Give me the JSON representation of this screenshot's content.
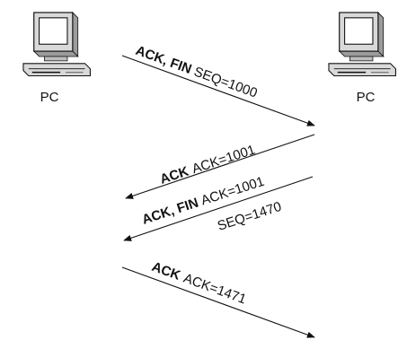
{
  "hosts": {
    "left": {
      "label": "PC",
      "icon": "computer-icon"
    },
    "right": {
      "label": "PC",
      "icon": "computer-icon"
    }
  },
  "messages": [
    {
      "direction": "left-to-right",
      "flags": [
        "ACK",
        ", ",
        "FIN"
      ],
      "fields": [
        "SEQ=1000"
      ]
    },
    {
      "direction": "right-to-left",
      "flags": [
        "ACK"
      ],
      "fields": [
        "ACK=1001"
      ]
    },
    {
      "direction": "right-to-left",
      "flags": [
        "ACK",
        ", ",
        "FIN"
      ],
      "fields": [
        "ACK=1001",
        "SEQ=1470"
      ]
    },
    {
      "direction": "left-to-right",
      "flags": [
        "ACK"
      ],
      "fields": [
        "ACK=1471"
      ]
    }
  ],
  "colors": {
    "ink": "#111111",
    "monitor_body": "#d9d9d9",
    "monitor_shadow": "#9c9c9c",
    "screen": "#ffffff"
  }
}
